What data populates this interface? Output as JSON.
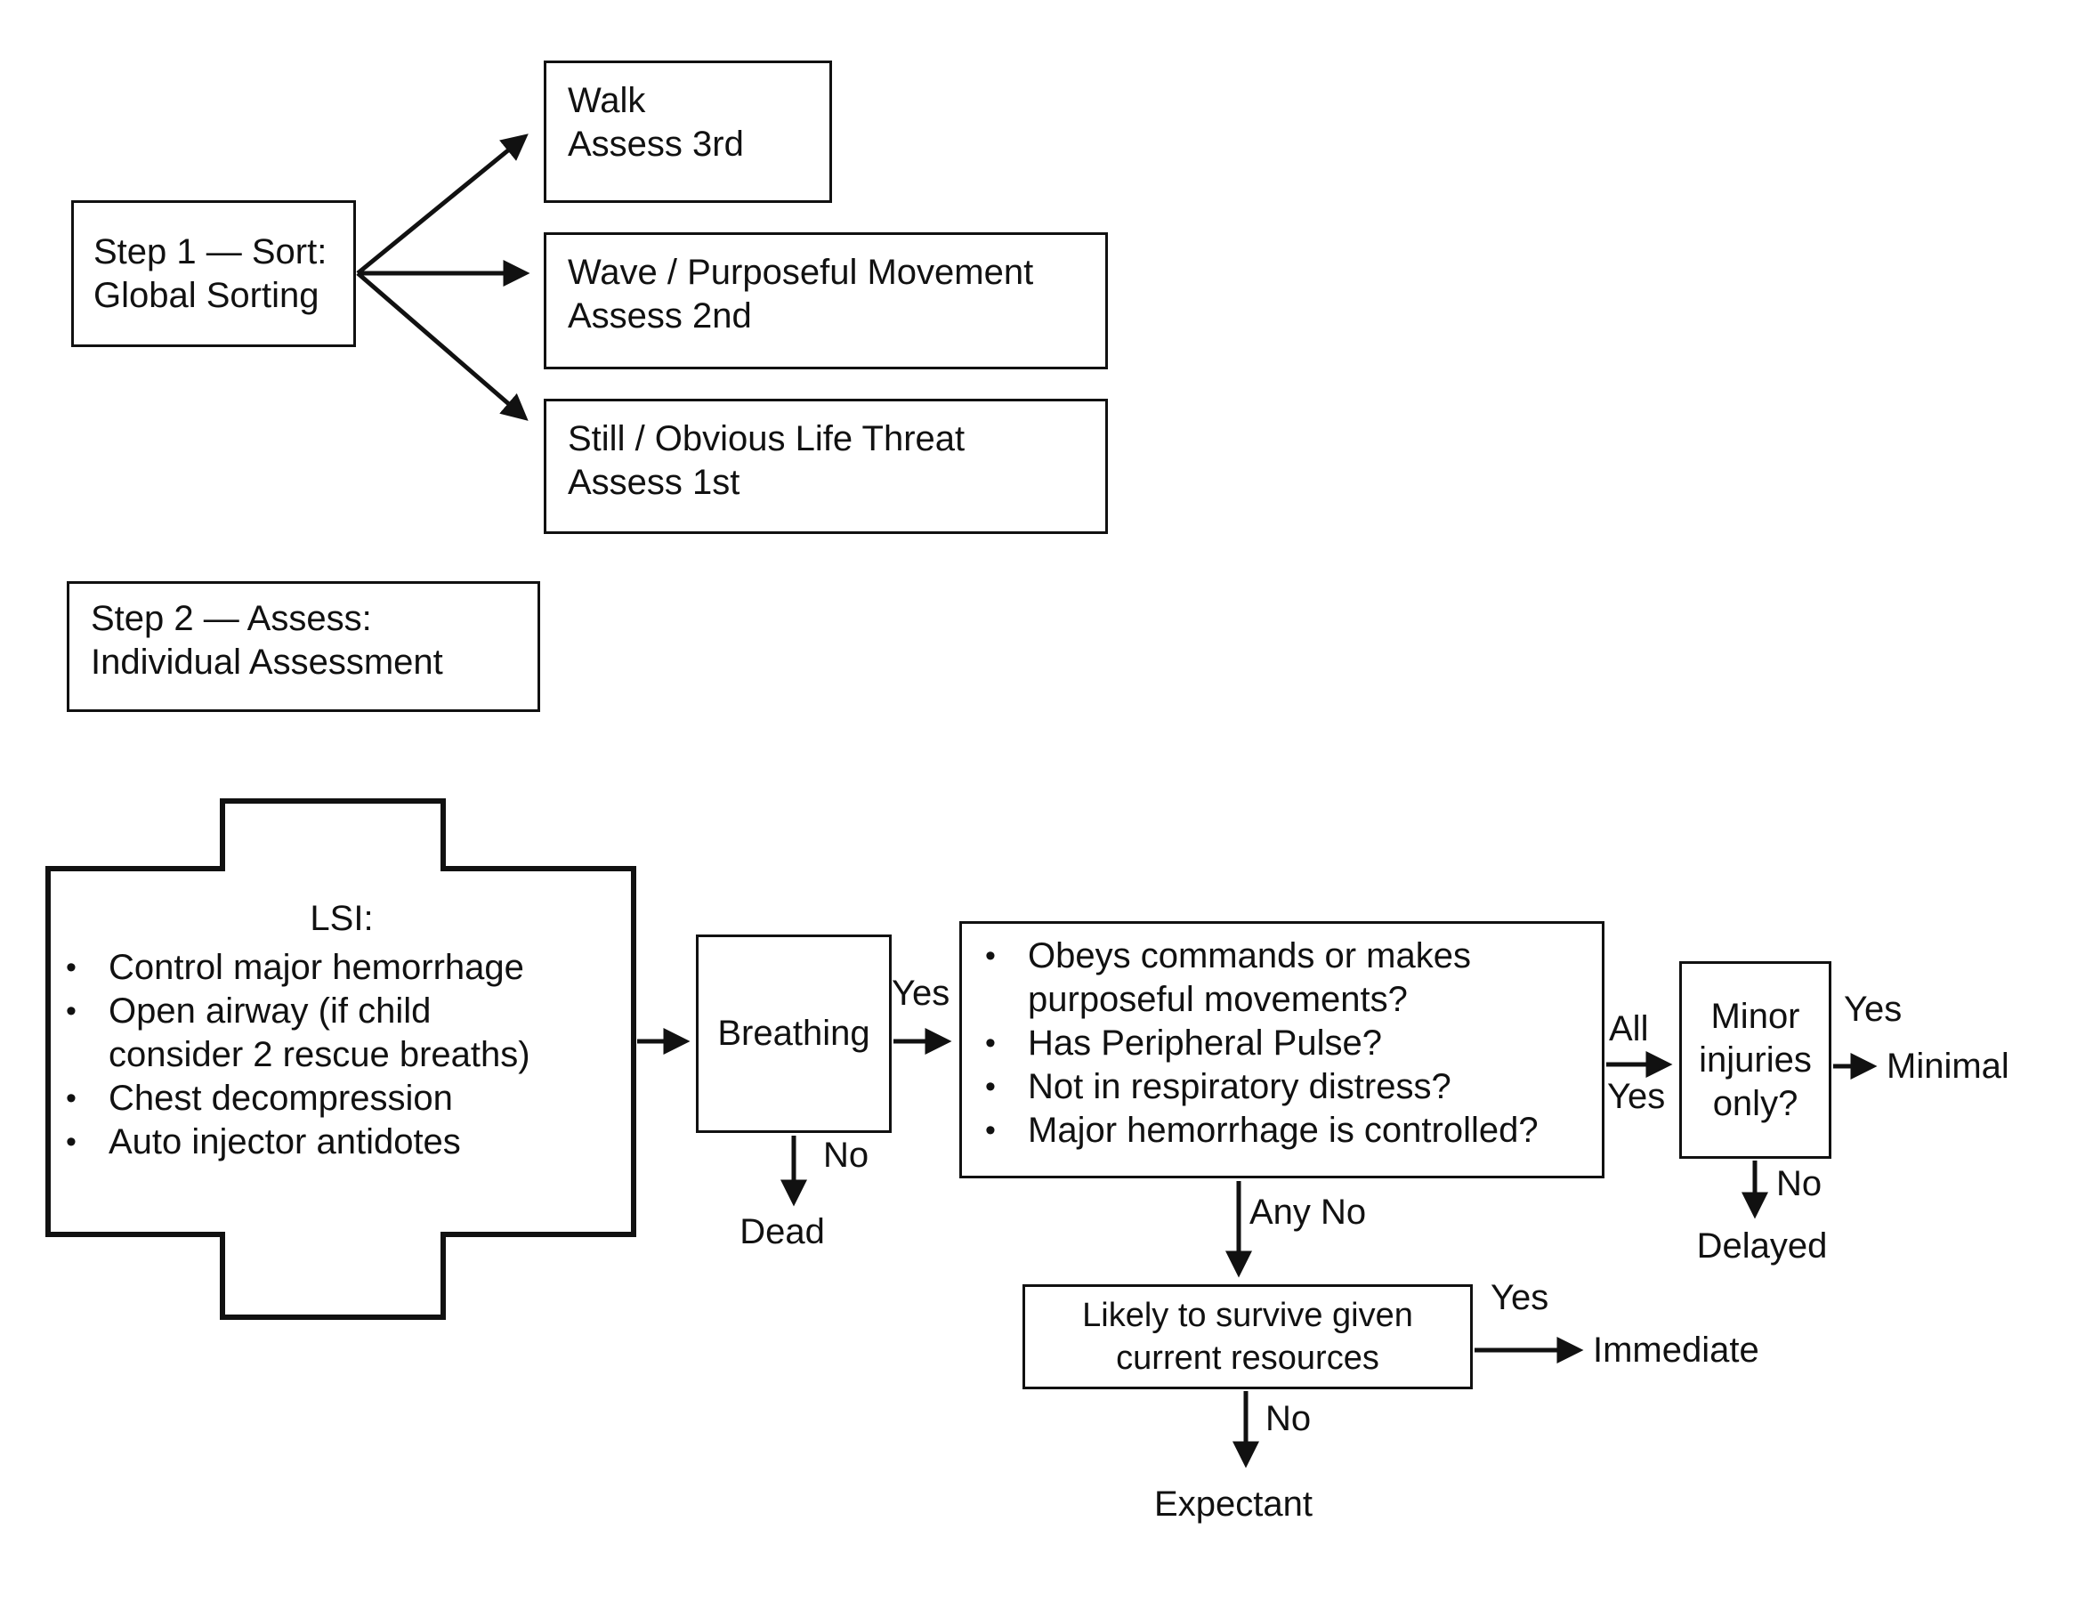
{
  "bullet_char": "•",
  "colors": {
    "stroke": "#111111",
    "background": "#ffffff",
    "text": "#111111"
  },
  "step1_box": {
    "line1": "Step 1 — Sort:",
    "line2": "Global Sorting"
  },
  "sort_outcomes": [
    {
      "title": "Walk",
      "subtitle": "Assess 3rd"
    },
    {
      "title": "Wave / Purposeful Movement",
      "subtitle": "Assess 2nd"
    },
    {
      "title": "Still / Obvious Life Threat",
      "subtitle": "Assess 1st"
    }
  ],
  "step2_box": {
    "line1": "Step 2 — Assess:",
    "line2": "Individual Assessment"
  },
  "lsi_box": {
    "title": "LSI:",
    "lines": [
      {
        "text": "Control major hemorrhage",
        "style": "bullet"
      },
      {
        "text": "Open airway (if child",
        "style": "bullet"
      },
      {
        "text": "consider 2 rescue breaths)",
        "style": "continuation"
      },
      {
        "text": "Chest decompression",
        "style": "bullet"
      },
      {
        "text": "Auto injector antidotes",
        "style": "bullet"
      }
    ]
  },
  "breathing_box": {
    "label": "Breathing"
  },
  "criteria_box": {
    "lines": [
      {
        "text": "Obeys commands or makes",
        "style": "bullet"
      },
      {
        "text": "purposeful movements?",
        "style": "continuation"
      },
      {
        "text": "Has Peripheral Pulse?",
        "style": "bullet"
      },
      {
        "text": "Not in respiratory distress?",
        "style": "bullet"
      },
      {
        "text": "Major hemorrhage is controlled?",
        "style": "bullet"
      }
    ]
  },
  "minor_box": {
    "line1": "Minor",
    "line2": "injuries",
    "line3": "only?"
  },
  "survive_box": {
    "line1": "Likely to survive given",
    "line2": "current resources"
  },
  "edge_labels": {
    "breathing_yes": "Yes",
    "breathing_no": "No",
    "any_no": "Any No",
    "all": "All",
    "all_yes": "Yes",
    "minor_yes": "Yes",
    "minor_no": "No",
    "survive_yes": "Yes",
    "survive_no": "No"
  },
  "outcomes": {
    "dead": "Dead",
    "minimal": "Minimal",
    "delayed": "Delayed",
    "immediate": "Immediate",
    "expectant": "Expectant"
  }
}
